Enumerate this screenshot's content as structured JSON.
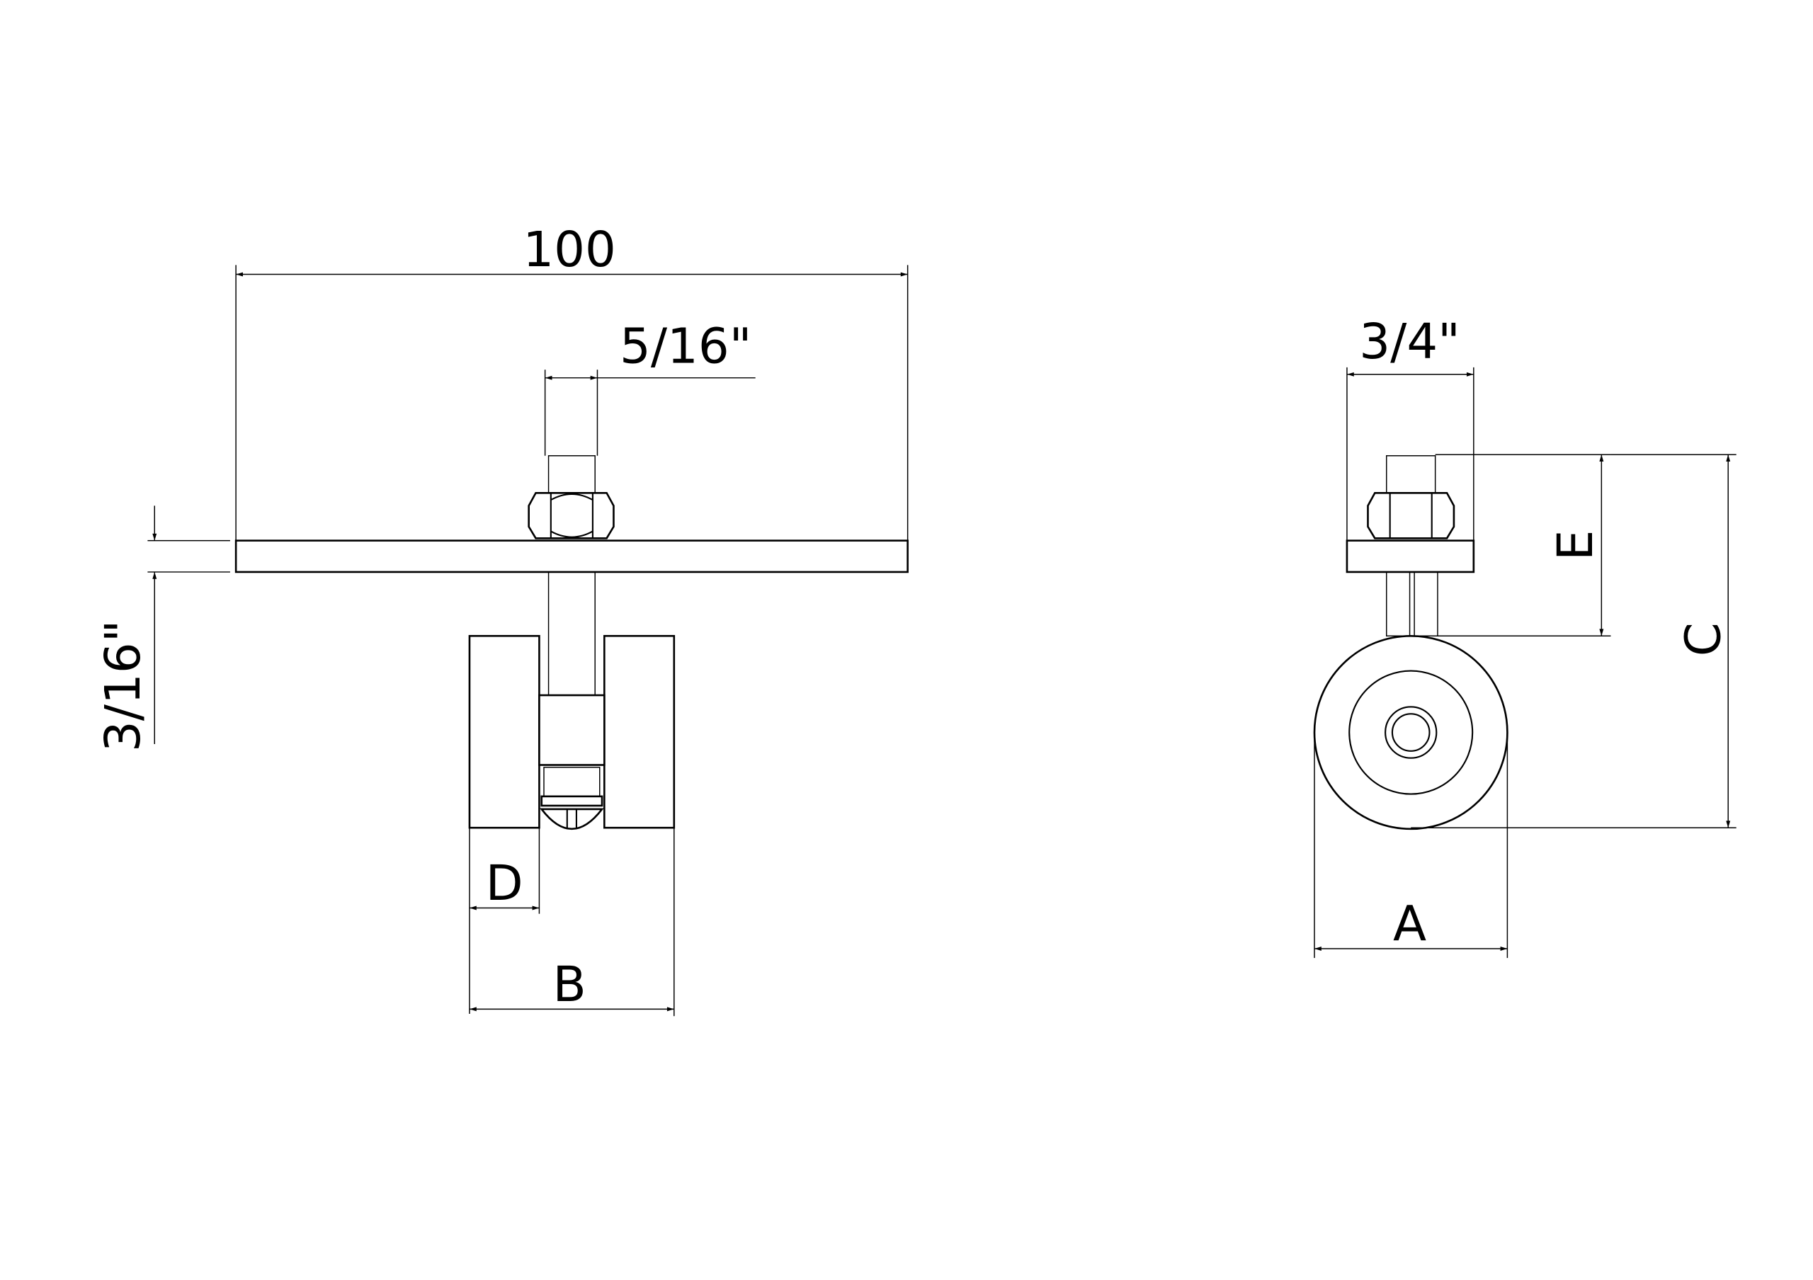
{
  "title": "Roller hanger technical drawing",
  "front_view": {
    "width_label": "100",
    "bolt_label": "5/16\"",
    "plate_thickness_label": "3/16\"",
    "dim_d": "D",
    "dim_b": "B"
  },
  "side_view": {
    "plate_width_label": "3/4\"",
    "dim_a": "A",
    "dim_c": "C",
    "dim_e": "E"
  },
  "colors": {
    "line": "#000000",
    "background": "#ffffff"
  }
}
